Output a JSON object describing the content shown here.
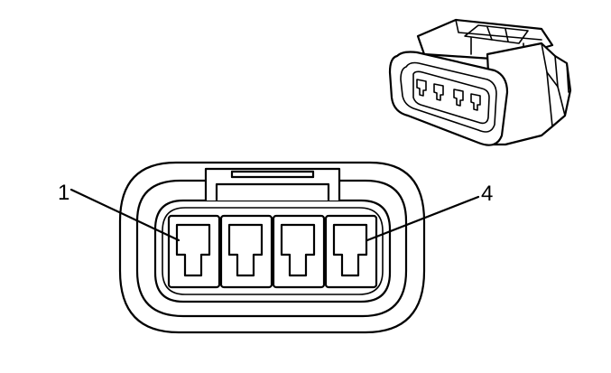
{
  "diagram": {
    "pin_labels": [
      "1",
      "4"
    ],
    "terminal_count": 4,
    "icons": [
      "connector-face-view",
      "connector-perspective-view"
    ]
  }
}
